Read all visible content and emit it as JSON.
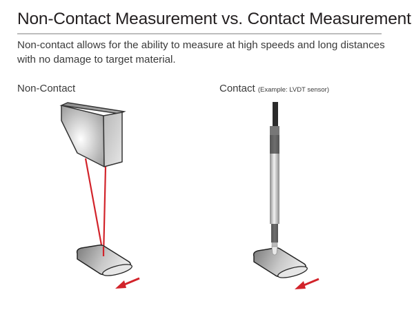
{
  "header": {
    "title": "Non-Contact Measurement vs. Contact Measurement",
    "description": "Non-contact allows for the ability to measure at high speeds and long distances with no damage to target material."
  },
  "panels": [
    {
      "label": "Non-Contact",
      "elements": [
        "sensor-head",
        "laser-beams",
        "target-material",
        "motion-arrow"
      ]
    },
    {
      "label": "Contact",
      "sublabel": "(Example: LVDT sensor)",
      "elements": [
        "lvdt-probe",
        "probe-tip",
        "target-material",
        "motion-arrow"
      ]
    }
  ],
  "colors": {
    "laser": "#d2232a",
    "arrow": "#d2232a",
    "rule": "#bdbdbd",
    "text": "#231f20"
  }
}
